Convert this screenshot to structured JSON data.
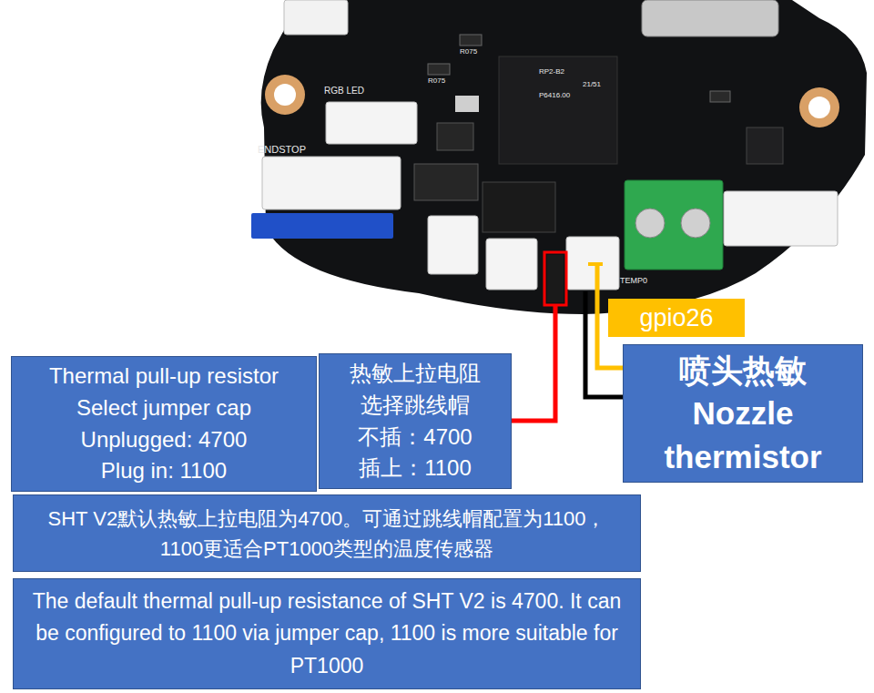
{
  "diagram": {
    "nodes": [
      {
        "text": [
          "gpio26"
        ]
      },
      {
        "text": [
          "喷头热敏",
          "Nozzle thermistor"
        ]
      },
      {
        "text": [
          "Thermal pull-up resistor",
          "Select jumper cap",
          "Unplugged: 4700",
          "Plug in: 1100"
        ]
      },
      {
        "text": [
          "热敏上拉电阻",
          "选择跳线帽",
          "不插：4700",
          "插上：1100"
        ]
      },
      {
        "text": [
          "SHT V2默认热敏上拉电阻为4700。可通过跳线帽配置为1100，1100更适合PT1000类型的温度传感器"
        ]
      },
      {
        "text": [
          "The default thermal pull-up resistance of SHT V2 is 4700. It can be configured to 1100 via jumper cap, 1100 is more suitable for PT1000"
        ]
      }
    ],
    "labels": [
      "RGB LED",
      "ENDSTOP",
      "TEMP0",
      "R075",
      "R075",
      "RP2-B2",
      "21/51",
      "P6416.00"
    ]
  }
}
